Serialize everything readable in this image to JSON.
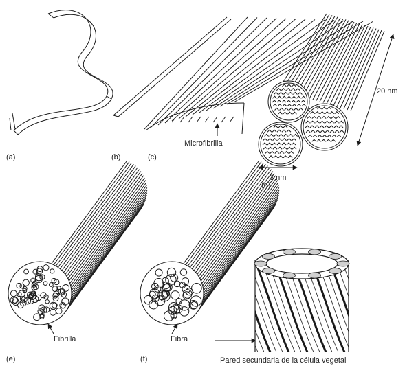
{
  "panels": {
    "a": "(a)",
    "b": "(b)",
    "c": "(c)",
    "d": "(d)",
    "e": "(e)",
    "f": "(f)"
  },
  "labels": {
    "microfibrilla": "Microfibrilla",
    "size_20nm": "20 nm",
    "size_3nm": "3 nm",
    "fibrilla": "Fibrilla",
    "fibra": "Fibra",
    "pared": "Pared secundaria de la célula vegetal"
  }
}
